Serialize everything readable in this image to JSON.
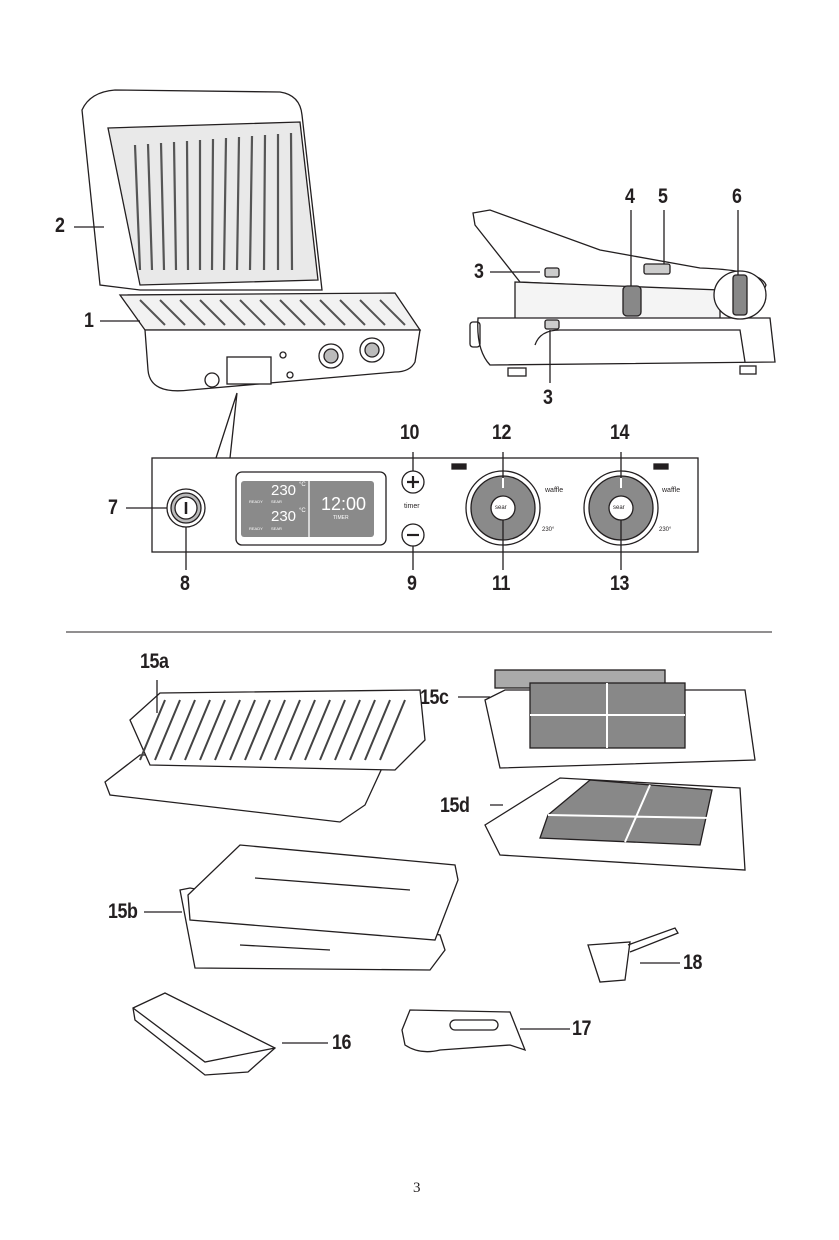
{
  "callouts": {
    "c1": "1",
    "c2": "2",
    "c3a": "3",
    "c3b": "3",
    "c4": "4",
    "c5": "5",
    "c6": "6",
    "c7": "7",
    "c8": "8",
    "c9": "9",
    "c10": "10",
    "c11": "11",
    "c12": "12",
    "c13": "13",
    "c14": "14",
    "c15a": "15a",
    "c15b": "15b",
    "c15c": "15c",
    "c15d": "15d",
    "c16": "16",
    "c17": "17",
    "c18": "18"
  },
  "control_panel": {
    "display": {
      "temp_top": "230",
      "temp_bottom": "230",
      "unit": "°C",
      "status_top": "READY",
      "mode_top": "SEAR",
      "status_bottom": "READY",
      "mode_bottom": "SEAR",
      "timer_value": "12:00",
      "timer_label": "TIMER"
    },
    "timer_label": "timer",
    "dial_left": {
      "center": "sear",
      "label_waffle": "waffle",
      "label_temp": "230°"
    },
    "dial_right": {
      "center": "sear",
      "label_waffle": "waffle",
      "label_temp": "230°"
    }
  },
  "page_number": "3"
}
